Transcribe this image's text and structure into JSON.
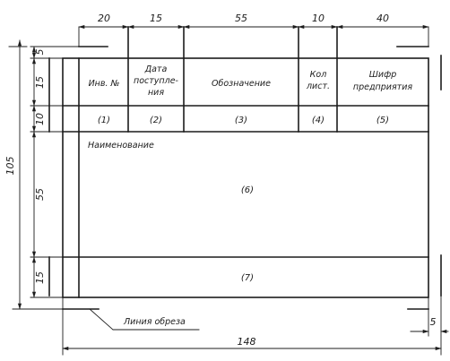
{
  "dimensions": {
    "top": [
      "20",
      "15",
      "55",
      "10",
      "40"
    ],
    "left": [
      "5",
      "15",
      "10",
      "55",
      "15"
    ],
    "total_height": "105",
    "total_width": "148",
    "corner": "5"
  },
  "header": {
    "inv_no": "Инв. №",
    "date_line1": "Дата",
    "date_line2": "поступле-",
    "date_line3": "ния",
    "designation": "Обозначение",
    "sheets_line1": "Кол",
    "sheets_line2": "лист.",
    "cipher_line1": "Шифр",
    "cipher_line2": "предприятия"
  },
  "fields": {
    "f1": "(1)",
    "f2": "(2)",
    "f3": "(3)",
    "f4": "(4)",
    "f5": "(5)",
    "name_label": "Наименование",
    "f6": "(6)",
    "f7": "(7)"
  },
  "cut_line_label": "Линия обреза"
}
